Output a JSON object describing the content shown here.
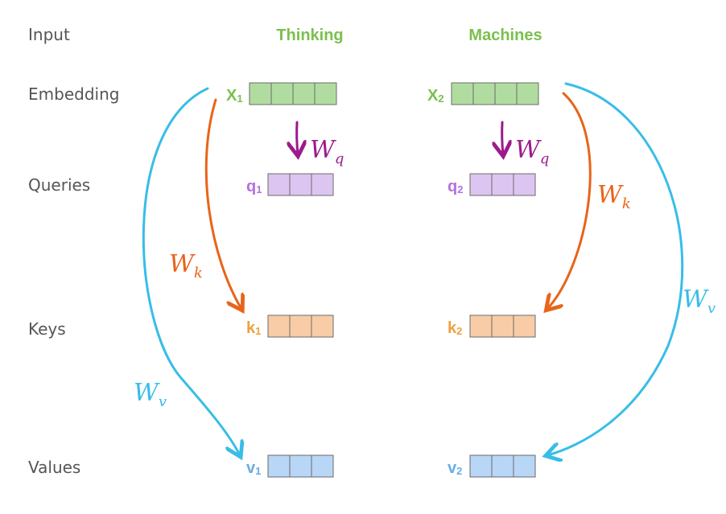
{
  "rows": {
    "input": "Input",
    "embedding": "Embedding",
    "queries": "Queries",
    "keys": "Keys",
    "values": "Values"
  },
  "words": [
    "Thinking",
    "Machines"
  ],
  "vectors": {
    "embedding": [
      {
        "letter": "X",
        "sub": "1",
        "cells": 4
      },
      {
        "letter": "X",
        "sub": "2",
        "cells": 4
      }
    ],
    "queries": [
      {
        "letter": "q",
        "sub": "1",
        "cells": 3
      },
      {
        "letter": "q",
        "sub": "2",
        "cells": 3
      }
    ],
    "keys": [
      {
        "letter": "k",
        "sub": "1",
        "cells": 3
      },
      {
        "letter": "k",
        "sub": "2",
        "cells": 3
      }
    ],
    "values": [
      {
        "letter": "v",
        "sub": "1",
        "cells": 3
      },
      {
        "letter": "v",
        "sub": "2",
        "cells": 3
      }
    ]
  },
  "weights": {
    "q": {
      "letter": "W",
      "sub": "q"
    },
    "k": {
      "letter": "W",
      "sub": "k"
    },
    "v": {
      "letter": "W",
      "sub": "v"
    }
  },
  "colors": {
    "embedding_fill": "#b1dca0",
    "embedding_text": "#7bbf4e",
    "query_fill": "#dcc5f0",
    "query_text": "#b46fe0",
    "key_fill": "#f8cca6",
    "key_text": "#f0a040",
    "value_fill": "#b8d6f6",
    "value_text": "#6aace6",
    "wq_ink": "#9c1b8c",
    "wk_ink": "#e8641a",
    "wv_ink": "#38bde8",
    "cell_border": "#6b6b6b",
    "label_text": "#555555"
  }
}
